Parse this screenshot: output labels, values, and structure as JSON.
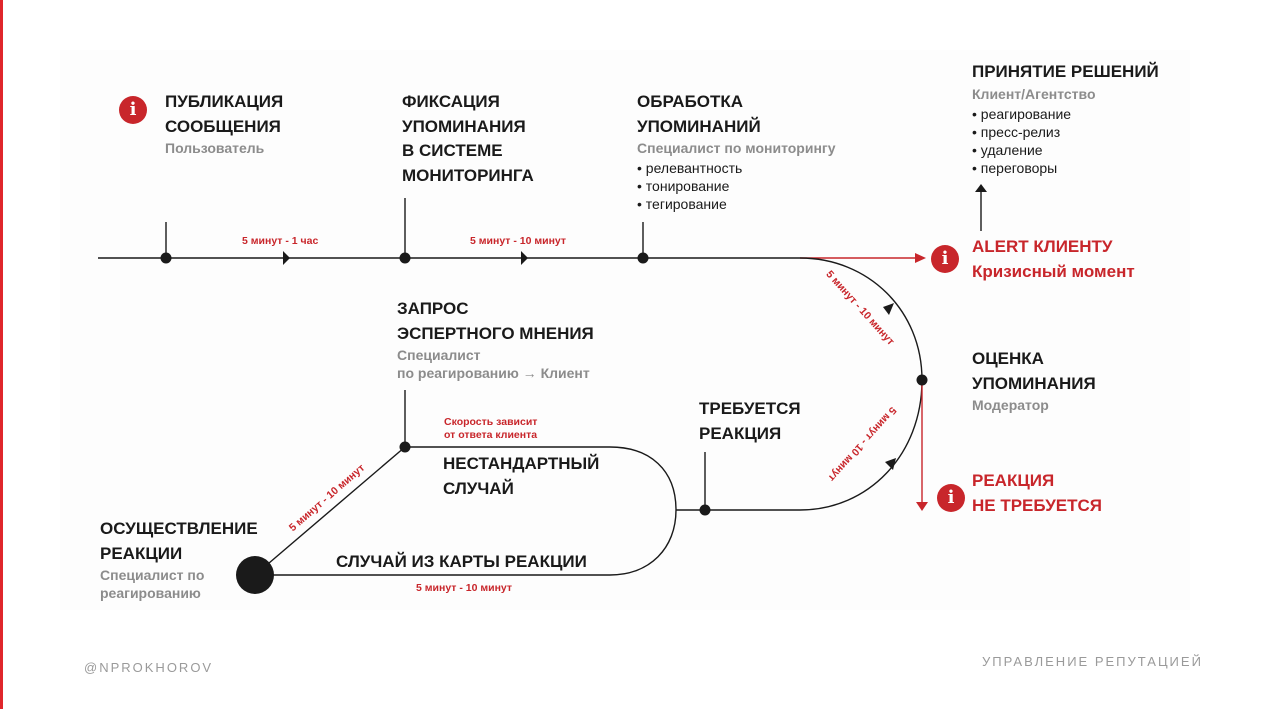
{
  "nodes": {
    "publication": {
      "title": "ПУБЛИКАЦИЯ\nСООБЩЕНИЯ",
      "sub": "Пользователь"
    },
    "fixation": {
      "title": "ФИКСАЦИЯ\nУПОМИНАНИЯ\nВ СИСТЕМЕ\nМОНИТОРИНГА"
    },
    "processing": {
      "title": "ОБРАБОТКА\nУПОМИНАНИЙ",
      "sub": "Специалист по мониторингу",
      "bullets": [
        "релевантность",
        "тонирование",
        "тегирование"
      ]
    },
    "decision": {
      "title": "ПРИНЯТИЕ РЕШЕНИЙ",
      "sub": "Клиент/Агентство",
      "bullets": [
        "реагирование",
        "пресс-релиз",
        "удаление",
        "переговоры"
      ]
    },
    "alert": {
      "title": "ALERT КЛИЕНТУ",
      "sub": "Кризисный момент"
    },
    "evaluation": {
      "title": "ОЦЕНКА\nУПОМИНАНИЯ",
      "sub": "Модератор"
    },
    "no_reaction": {
      "title": "РЕАКЦИЯ\nНЕ ТРЕБУЕТСЯ"
    },
    "needs_reaction": {
      "title": "ТРЕБУЕТСЯ\nРЕАКЦИЯ"
    },
    "expert_request": {
      "title": "ЗАПРОС\nЭСПЕРТНОГО МНЕНИЯ",
      "sub": "Специалист\nпо реагированию → Клиент"
    },
    "nonstandard": {
      "title": "НЕСТАНДАРТНЫЙ\nСЛУЧАЙ",
      "note": "Скорость зависит\nот ответа клиента"
    },
    "reaction_map": {
      "title": "СЛУЧАЙ ИЗ КАРТЫ РЕАКЦИИ"
    },
    "implementation": {
      "title": "ОСУЩЕСТВЛЕНИЕ\nРЕАКЦИИ",
      "sub": "Специалист по\nреагированию"
    }
  },
  "timings": {
    "t1": "5 минут - 1 час",
    "t2": "5 минут - 10 минут",
    "t3": "5 минут - 10 минут",
    "t4": "5 минут - 10 минут",
    "t5": "5 минут - 10 минут",
    "t6": "5 минут - 10 минут"
  },
  "info_icon_glyph": "i",
  "footer": {
    "left": "@NPROKHOROV",
    "right": "УПРАВЛЕНИЕ РЕПУТАЦИЕЙ"
  },
  "colors": {
    "accent": "#c8262b",
    "line": "#1a1a1a",
    "muted": "#8c8c8c"
  }
}
